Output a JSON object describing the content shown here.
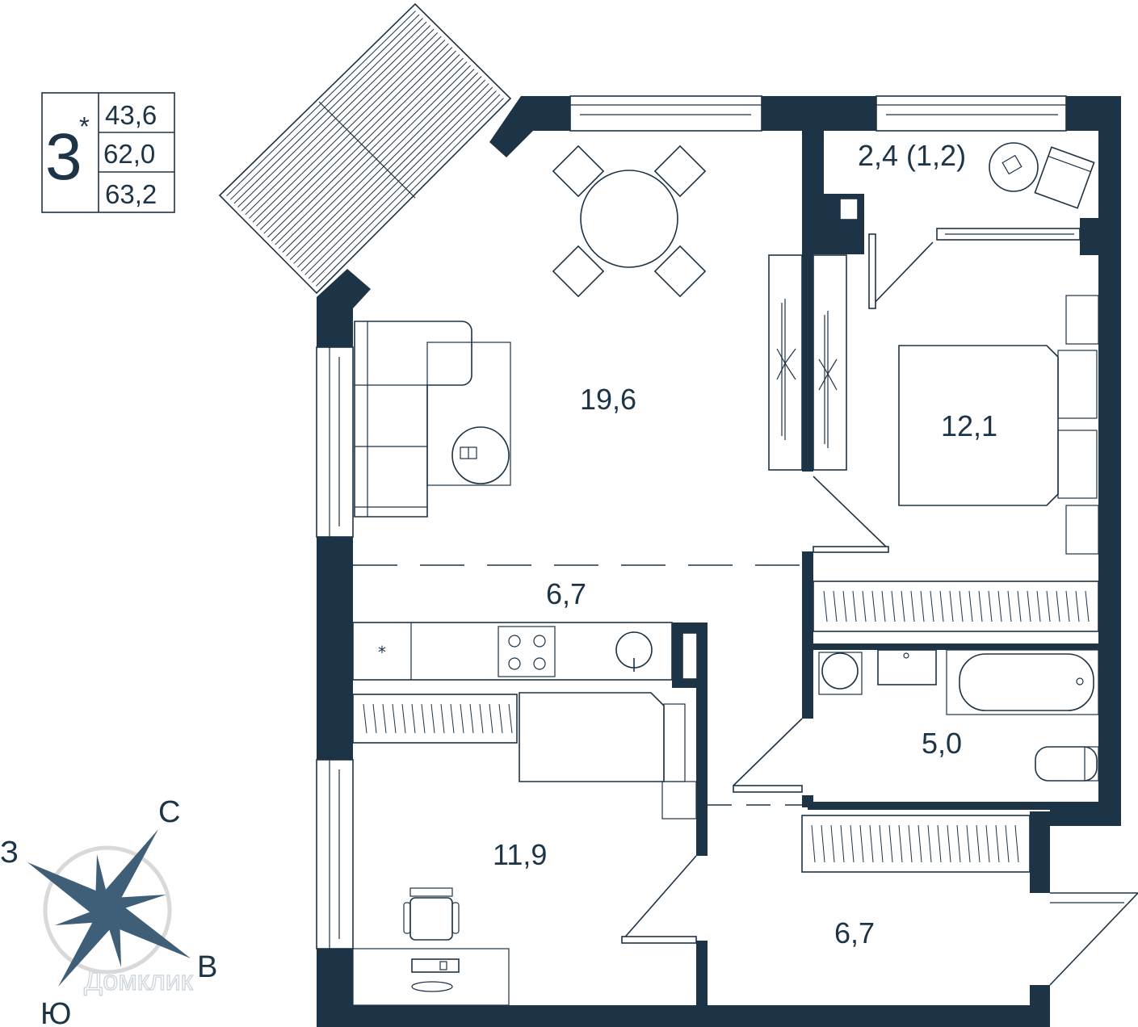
{
  "badge": {
    "rooms": "3",
    "star": "*",
    "living_area": "43,6",
    "total_area": "62,0",
    "total_with_balcony": "63,2"
  },
  "rooms": {
    "living_room": "19,6",
    "kitchen_zone": "6,7",
    "bedroom_main": "12,1",
    "balcony": "2,4 (1,2)",
    "bathroom": "5,0",
    "bedroom_second": "11,9",
    "hallway": "6,7"
  },
  "compass": {
    "north": "С",
    "south": "Ю",
    "west": "З",
    "east": "В"
  },
  "watermark": "Домклик",
  "colors": {
    "wall": "#1d3346",
    "compass_star": "#3f5e78",
    "compass_ring": "#d9d9d9"
  }
}
